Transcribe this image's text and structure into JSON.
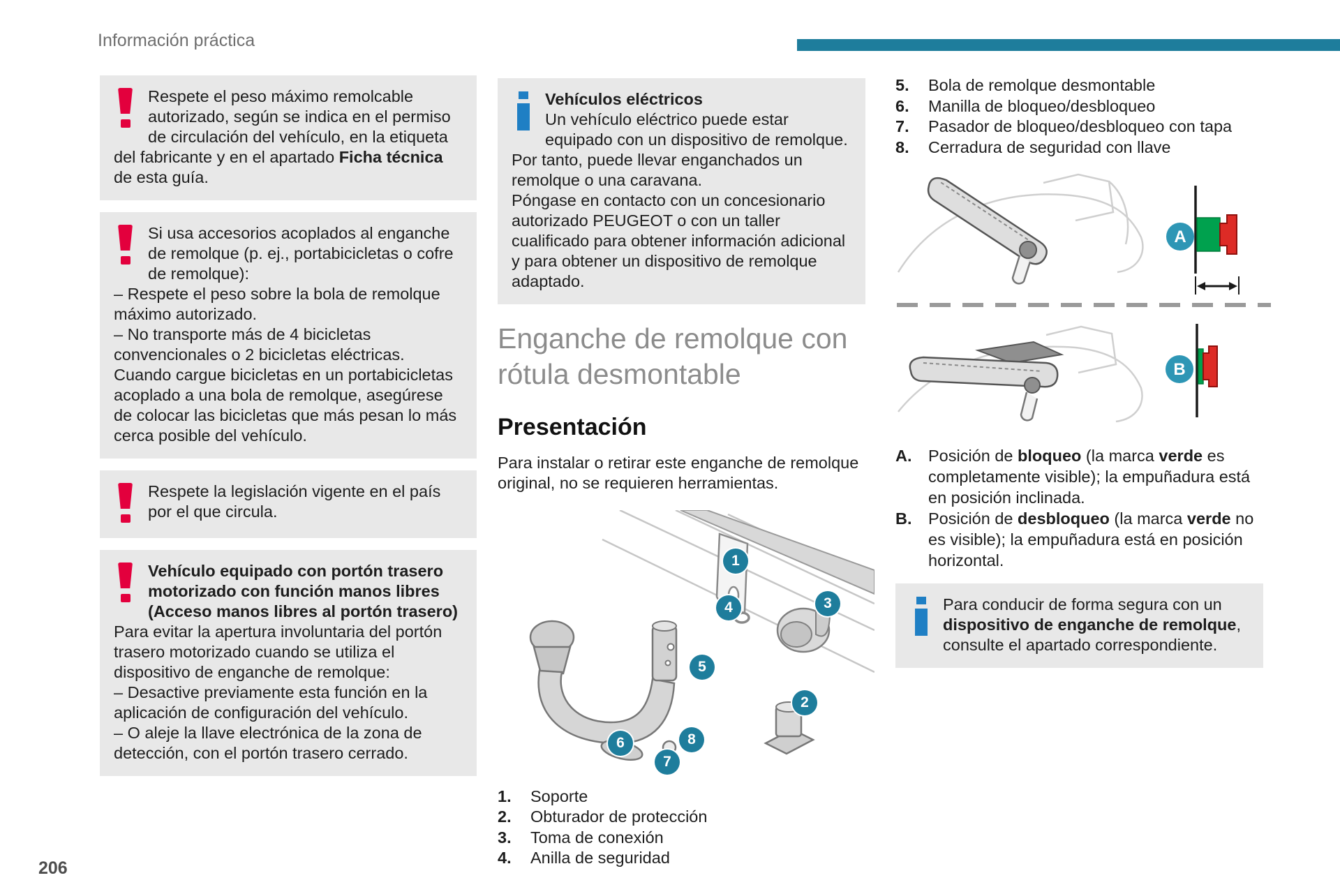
{
  "page": {
    "header_title": "Información práctica",
    "page_number": "206"
  },
  "colors": {
    "accent_teal": "#1e7d9c",
    "warning_red": "#e3003d",
    "info_blue": "#1f7fc4",
    "marker_green": "#00a14e",
    "marker_red": "#dd2b26",
    "panel_gray": "#e8e8e8",
    "heading_gray": "#8c8c8c"
  },
  "icons": {
    "warning": "red exclamation mark",
    "info": "blue letter i"
  },
  "left_column": {
    "warning_boxes": [
      {
        "paragraphs": [
          [
            {
              "t": "Respete el peso máximo remolcable autorizado, según se indica en el permiso de circulación del vehículo, en la etiqueta del fabricante y en el apartado "
            },
            {
              "t": "Ficha técnica",
              "b": true
            },
            {
              "t": " de esta guía."
            }
          ]
        ]
      },
      {
        "paragraphs": [
          [
            {
              "t": "Si usa accesorios acoplados al enganche de remolque (p. ej., portabicicletas o cofre de remolque):"
            }
          ],
          [
            {
              "t": "– Respete el peso sobre la bola de remolque máximo autorizado."
            }
          ],
          [
            {
              "t": "– No transporte más de 4 bicicletas convencionales o 2 bicicletas eléctricas. Cuando cargue bicicletas en un portabicicletas acoplado a una bola de remolque, asegúrese de colocar las bicicletas que más pesan lo más cerca posible del vehículo."
            }
          ]
        ]
      },
      {
        "paragraphs": [
          [
            {
              "t": "Respete la legislación vigente en el país por el que circula."
            }
          ]
        ]
      },
      {
        "paragraphs": [
          [
            {
              "t": "Vehículo equipado con portón trasero motorizado con función manos libres (Acceso manos libres al portón trasero)",
              "b": true
            }
          ],
          [
            {
              "t": "Para evitar la apertura involuntaria del portón trasero motorizado cuando se utiliza el dispositivo de enganche de remolque:"
            }
          ],
          [
            {
              "t": "– Desactive previamente esta función en la aplicación de configuración del vehículo."
            }
          ],
          [
            {
              "t": "– O aleje la llave electrónica de la zona de detección, con el portón trasero cerrado."
            }
          ]
        ]
      }
    ]
  },
  "middle_column": {
    "info_box": {
      "title": "Vehículos eléctricos",
      "paragraphs": [
        [
          {
            "t": "Un vehículo eléctrico puede estar equipado con un dispositivo de remolque. Por tanto, puede llevar enganchados un remolque o una caravana."
          }
        ],
        [
          {
            "t": "Póngase en contacto con un concesionario autorizado PEUGEOT o con un taller cualificado para obtener información adicional y para obtener un dispositivo de remolque adaptado."
          }
        ]
      ]
    },
    "section_title": "Enganche de remolque con rótula desmontable",
    "subsection_title": "Presentación",
    "intro": "Para instalar o retirar este enganche de remolque original, no se requieren herramientas.",
    "markers": [
      "1",
      "2",
      "3",
      "4",
      "5",
      "6",
      "7",
      "8"
    ],
    "parts_list": [
      {
        "num": "1.",
        "label": "Soporte"
      },
      {
        "num": "2.",
        "label": "Obturador de protección"
      },
      {
        "num": "3.",
        "label": "Toma de conexión"
      },
      {
        "num": "4.",
        "label": "Anilla de seguridad"
      }
    ]
  },
  "right_column": {
    "parts_list": [
      {
        "num": "5.",
        "label": "Bola de remolque desmontable"
      },
      {
        "num": "6.",
        "label": "Manilla de bloqueo/desbloqueo"
      },
      {
        "num": "7.",
        "label": "Pasador de bloqueo/desbloqueo con tapa"
      },
      {
        "num": "8.",
        "label": "Cerradura de seguridad con llave"
      }
    ],
    "position_a": {
      "marker": "A",
      "letter": "A.",
      "desc": [
        {
          "t": "Posición de "
        },
        {
          "t": "bloqueo",
          "b": true
        },
        {
          "t": " (la marca "
        },
        {
          "t": "verde",
          "b": true
        },
        {
          "t": " es completamente visible); la empuñadura está en posición inclinada."
        }
      ]
    },
    "position_b": {
      "marker": "B",
      "letter": "B.",
      "desc": [
        {
          "t": "Posición de "
        },
        {
          "t": "desbloqueo",
          "b": true
        },
        {
          "t": " (la marca "
        },
        {
          "t": "verde",
          "b": true
        },
        {
          "t": " no es visible); la empuñadura está en posición horizontal."
        }
      ]
    },
    "info_box": {
      "paragraphs": [
        [
          {
            "t": "Para conducir de forma segura con un "
          },
          {
            "t": "dispositivo de enganche de remolque",
            "b": true
          },
          {
            "t": ", consulte el apartado correspondiente."
          }
        ]
      ]
    }
  }
}
